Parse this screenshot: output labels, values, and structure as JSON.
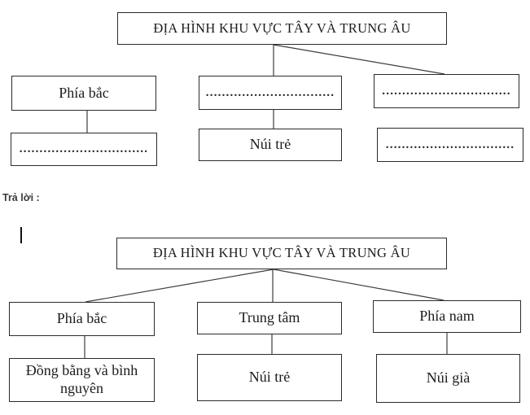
{
  "page": {
    "answer_label": "Trả lời :"
  },
  "colors": {
    "background": "#ffffff",
    "box_border": "#2b2b2b",
    "connector_line": "#3d3d3d",
    "text": "#1c1c1c",
    "answer_label_text": "#3a3a3a"
  },
  "top_diagram": {
    "title": "ĐỊA HÌNH KHU VỰC TÂY VÀ TRUNG ÂU",
    "north_region": "Phía bắc",
    "center_region_blank": "................................",
    "south_region_blank": "................................",
    "north_landform_blank": "................................",
    "center_landform": "Núi trẻ",
    "south_landform_blank": "................................"
  },
  "answer_diagram": {
    "title": "ĐỊA HÌNH KHU VỰC TÂY VÀ TRUNG ÂU",
    "north_region": "Phía bắc",
    "center_region": "Trung tâm",
    "south_region": "Phía nam",
    "north_landform": "Đồng bằng và bình nguyên",
    "center_landform": "Núi trẻ",
    "south_landform": "Núi già"
  }
}
